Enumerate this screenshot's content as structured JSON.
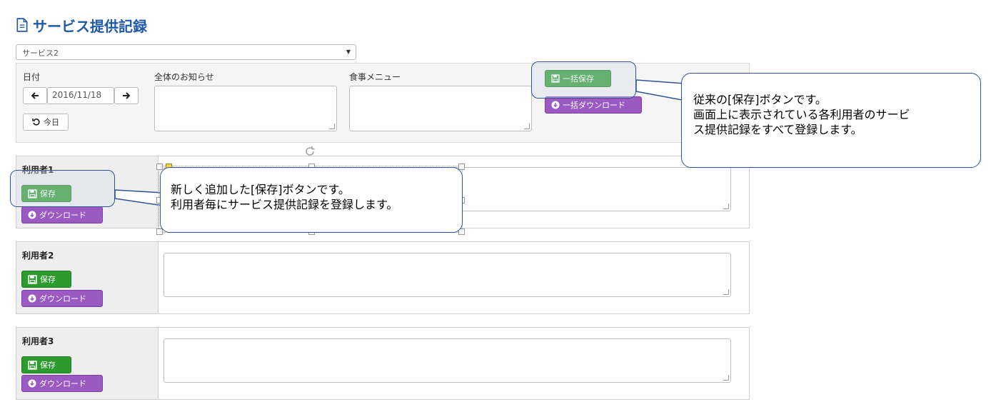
{
  "page": {
    "title": "サービス提供記録"
  },
  "service_select": {
    "value": "サービス2"
  },
  "top": {
    "date_label": "日付",
    "date_value": "2016/11/18",
    "today_label": "今日",
    "notice_label": "全体のお知らせ",
    "meal_label": "食事メニュー",
    "bulk_save_label": "一括保存",
    "bulk_download_label": "一括ダウンロード"
  },
  "users": [
    {
      "name": "利用者1",
      "save_label": "保存",
      "download_label": "ダウンロード"
    },
    {
      "name": "利用者2",
      "save_label": "保存",
      "download_label": "ダウンロード"
    },
    {
      "name": "利用者3",
      "save_label": "保存",
      "download_label": "ダウンロード"
    }
  ],
  "callouts": {
    "bulk": [
      "従来の[保存]ボタンです。",
      "画面上に表示されている各利用者のサービ",
      "ス提供記録をすべて登録します。"
    ],
    "single": [
      "新しく追加した[保存]ボタンです。",
      "利用者毎にサービス提供記録を登録します。"
    ]
  },
  "colors": {
    "accent": "#1f5aa8",
    "save": "#2d9a2d",
    "download": "#9b59c2",
    "callout_border": "#2f5597"
  }
}
